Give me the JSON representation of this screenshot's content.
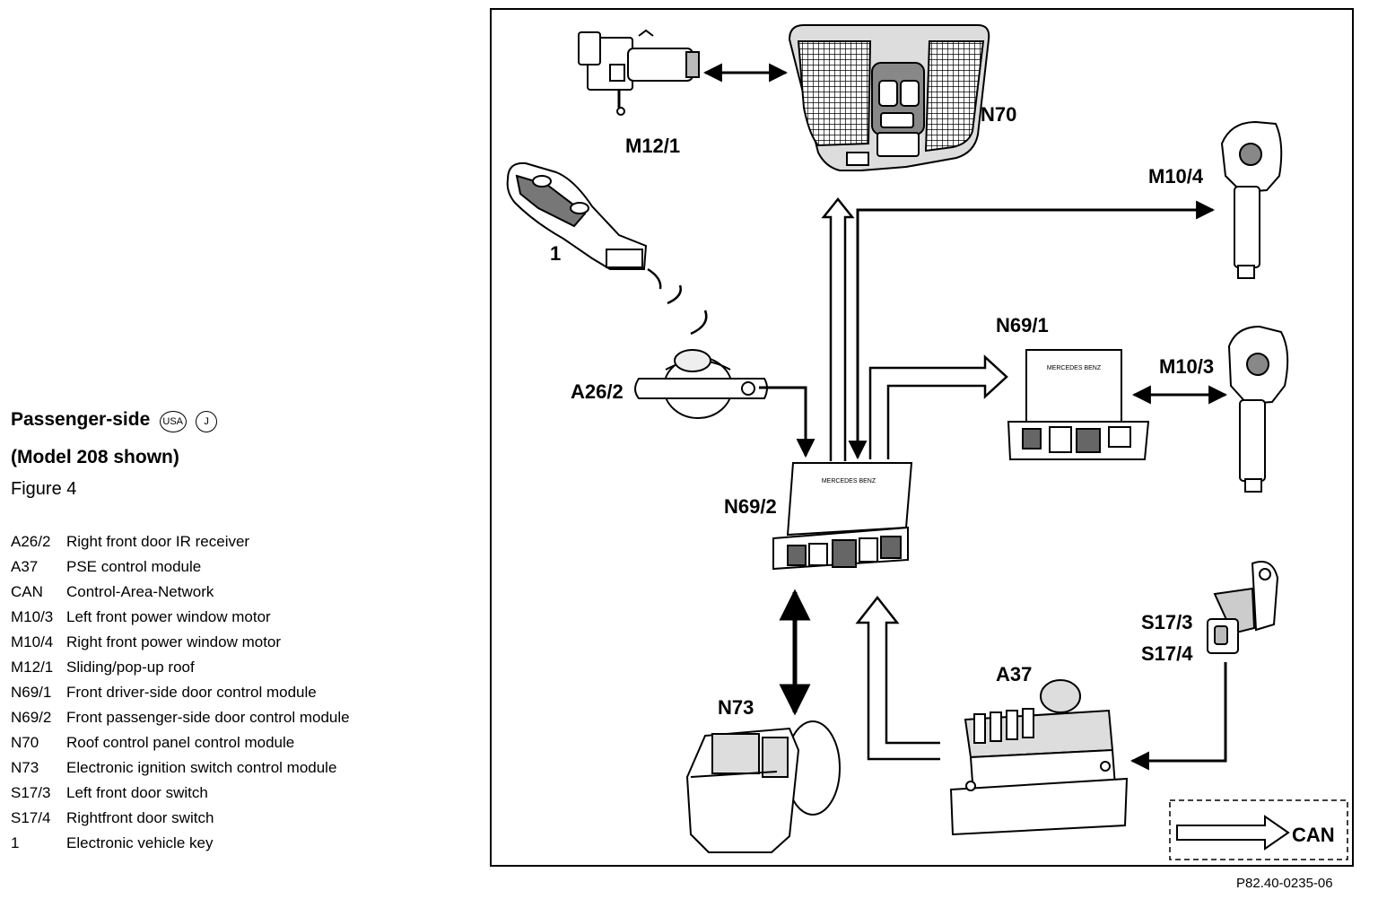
{
  "header": {
    "title": "Passenger-side",
    "badge_usa": "USA",
    "badge_j": "J",
    "subtitle": "(Model 208 shown)",
    "figure": "Figure 4"
  },
  "legend": [
    {
      "code": "A26/2",
      "desc": "Right front door IR receiver"
    },
    {
      "code": "A37",
      "desc": "PSE control module"
    },
    {
      "code": "CAN",
      "desc": "Control-Area-Network"
    },
    {
      "code": "M10/3",
      "desc": "Left front power window motor"
    },
    {
      "code": "M10/4",
      "desc": "Right front power window motor"
    },
    {
      "code": "M12/1",
      "desc": "Sliding/pop-up roof"
    },
    {
      "code": "N69/1",
      "desc": "Front driver-side door control module"
    },
    {
      "code": "N69/2",
      "desc": "Front passenger-side door control module"
    },
    {
      "code": "N70",
      "desc": "Roof control panel control module"
    },
    {
      "code": "N73",
      "desc": "Electronic ignition switch control module"
    },
    {
      "code": "S17/3",
      "desc": "Left front door switch"
    },
    {
      "code": "S17/4",
      "desc": "Rightfront door switch"
    },
    {
      "code": "1",
      "desc": "Electronic vehicle key"
    }
  ],
  "diagram": {
    "labels": {
      "m12_1": "M12/1",
      "n70": "N70",
      "m10_4": "M10/4",
      "key": "1",
      "n69_1": "N69/1",
      "m10_3": "M10/3",
      "a26_2": "A26/2",
      "n69_2": "N69/2",
      "s17_3": "S17/3",
      "s17_4": "S17/4",
      "a37": "A37",
      "n73": "N73",
      "can": "CAN"
    },
    "module_text": "MERCEDES BENZ"
  },
  "footer": {
    "ref": "P82.40-0235-06"
  }
}
